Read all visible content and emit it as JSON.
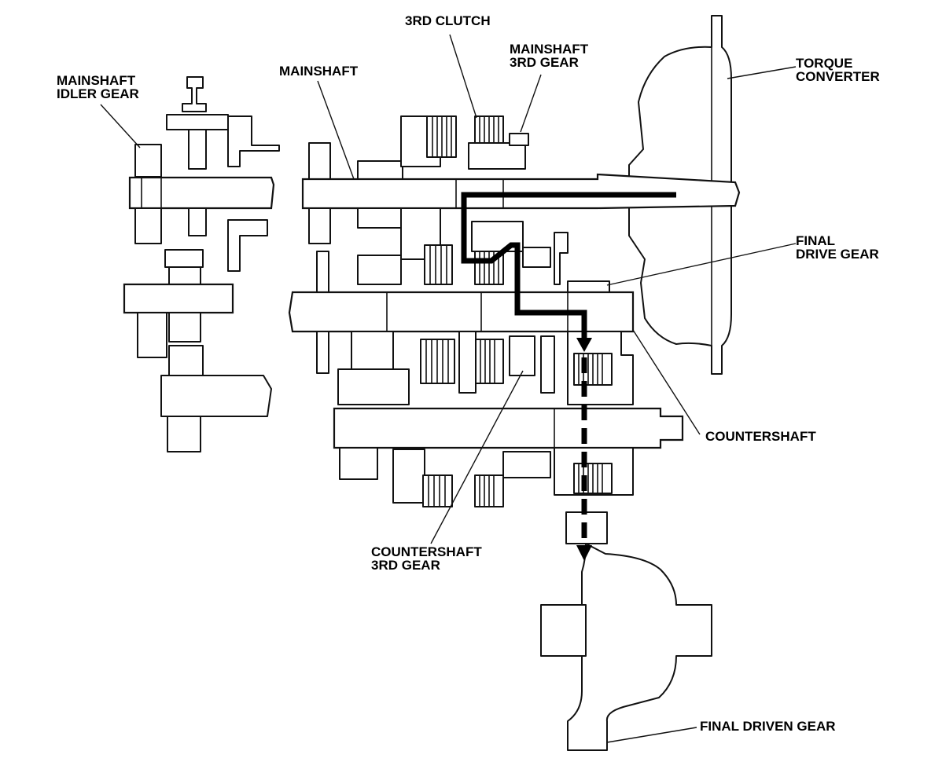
{
  "diagram": {
    "labels": {
      "clutch_3rd": "3RD CLUTCH",
      "mainshaft_3rd_gear_l1": "MAINSHAFT",
      "mainshaft_3rd_gear_l2": "3RD GEAR",
      "mainshaft": "MAINSHAFT",
      "mainshaft_idler_gear_l1": "MAINSHAFT",
      "mainshaft_idler_gear_l2": "IDLER GEAR",
      "torque_converter_l1": "TORQUE",
      "torque_converter_l2": "CONVERTER",
      "final_drive_gear_l1": "FINAL",
      "final_drive_gear_l2": "DRIVE GEAR",
      "countershaft": "COUNTERSHAFT",
      "countershaft_3rd_gear_l1": "COUNTERSHAFT",
      "countershaft_3rd_gear_l2": "3RD GEAR",
      "final_driven_gear": "FINAL DRIVEN GEAR"
    },
    "colors": {
      "line": "#111111",
      "power_flow": "#000000",
      "background": "#ffffff"
    }
  }
}
